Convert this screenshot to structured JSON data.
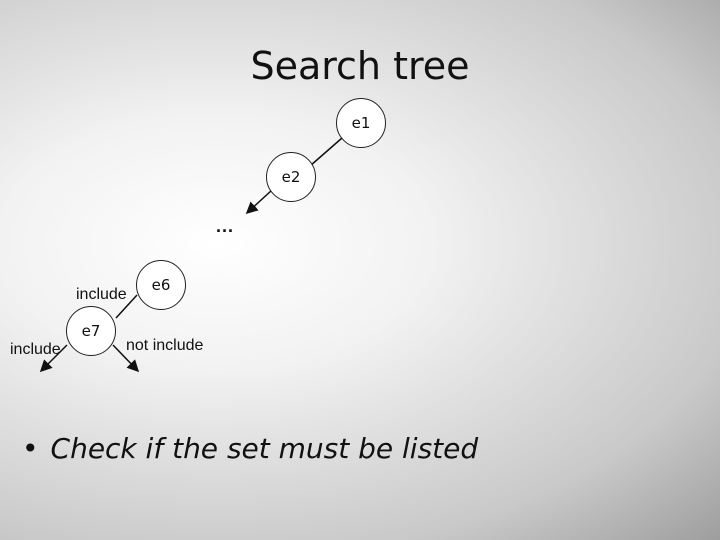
{
  "title": "Search tree",
  "nodes": {
    "e1": "e1",
    "e2": "e2",
    "e6": "e6",
    "e7": "e7"
  },
  "edge_labels": {
    "ellipsis": "...",
    "include_upper": "include",
    "include_lower": "include",
    "not_include": "not include"
  },
  "bullet": {
    "symbol": "•",
    "text": "Check if the set must be listed"
  }
}
